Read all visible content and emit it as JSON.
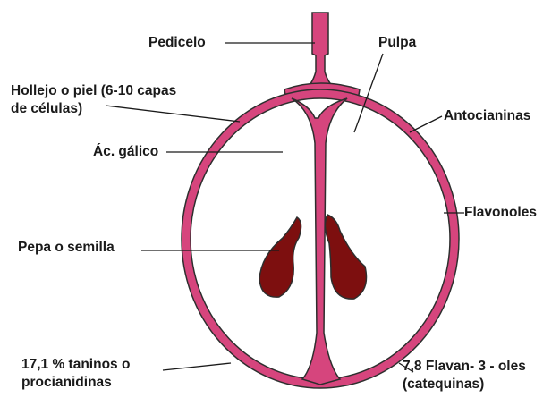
{
  "labels": {
    "pedicelo": "Pedicelo",
    "pulpa": "Pulpa",
    "hollejo_line1": "Hollejo o piel (6-10 capas",
    "hollejo_line2": "de células)",
    "antocianinas": "Antocianinas",
    "ac_galico": "Ác. gálico",
    "flavonoles": "Flavonoles",
    "pepa": "Pepa o semilla",
    "taninos_line1": "17,1 % taninos o",
    "taninos_line2": "procianidinas",
    "flavan_line1": "7,8 Flavan- 3 - oles",
    "flavan_line2": "(catequinas)"
  },
  "colors": {
    "skin": "#d6457d",
    "outline": "#2e2e2e",
    "seed": "#7d0f0f",
    "text": "#1a1a1a"
  }
}
